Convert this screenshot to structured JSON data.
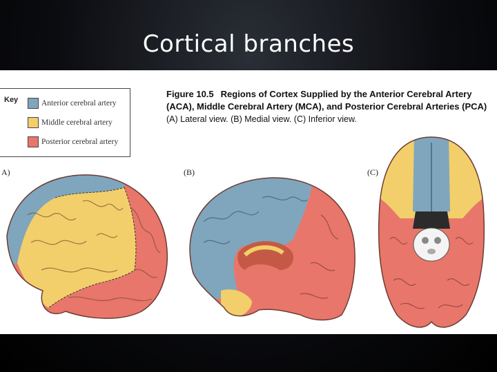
{
  "slide": {
    "title": "Cortical branches"
  },
  "key": {
    "title": "Key",
    "items": [
      {
        "label": "Anterior cerebral artery",
        "color": "#7fa6bd"
      },
      {
        "label": "Middle cerebral artery",
        "color": "#f2cf6a"
      },
      {
        "label": "Posterior cerebral artery",
        "color": "#e8766a"
      }
    ]
  },
  "figure": {
    "number": "Figure 10.5",
    "title_line1": "Regions of Cortex Supplied by the Anterior Cerebral Artery",
    "title_line2": "(ACA), Middle Cerebral Artery (MCA), and Posterior Cerebral Arteries (PCA)",
    "subtitle": "(A) Lateral view. (B) Medial view. (C) Inferior view.",
    "panels": [
      "A)",
      "(B)",
      "(C)"
    ]
  }
}
